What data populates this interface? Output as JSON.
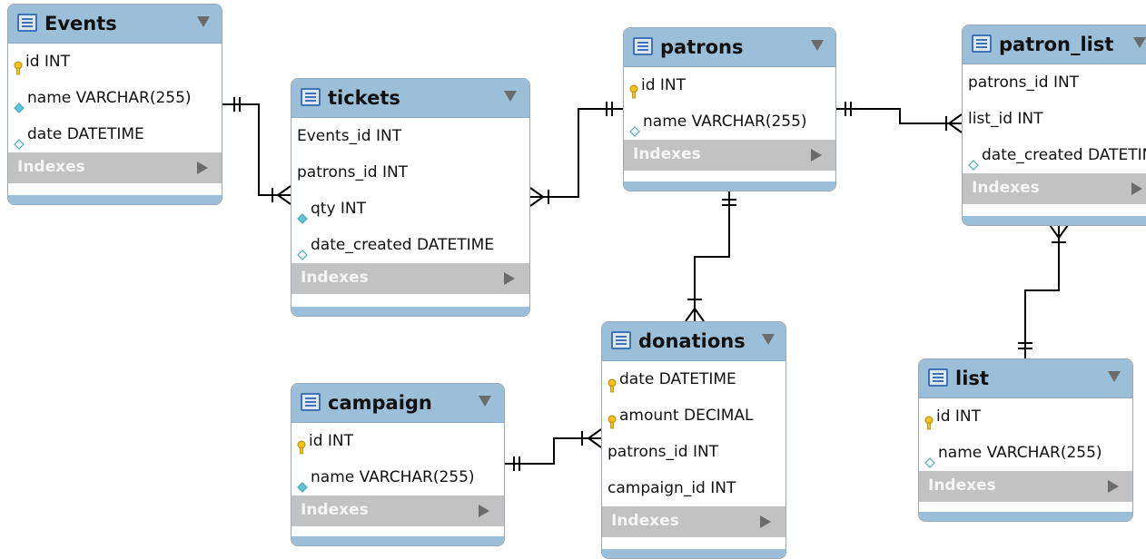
{
  "diagram": {
    "tables": {
      "events": {
        "name": "Events",
        "columns": [
          {
            "text": "id INT",
            "icon": "key-icon"
          },
          {
            "text": "name VARCHAR(255)",
            "icon": "filled-diamond-icon"
          },
          {
            "text": "date DATETIME",
            "icon": "hollow-diamond-icon"
          }
        ],
        "indexes_label": "Indexes"
      },
      "tickets": {
        "name": "tickets",
        "columns": [
          {
            "text": "Events_id INT",
            "icon": ""
          },
          {
            "text": "patrons_id INT",
            "icon": ""
          },
          {
            "text": "qty INT",
            "icon": "filled-diamond-icon"
          },
          {
            "text": "date_created DATETIME",
            "icon": "hollow-diamond-icon"
          }
        ],
        "indexes_label": "Indexes"
      },
      "patrons": {
        "name": "patrons",
        "columns": [
          {
            "text": "id INT",
            "icon": "key-icon"
          },
          {
            "text": "name VARCHAR(255)",
            "icon": "hollow-diamond-icon"
          }
        ],
        "indexes_label": "Indexes"
      },
      "patron_list": {
        "name": "patron_list",
        "columns": [
          {
            "text": "patrons_id INT",
            "icon": ""
          },
          {
            "text": "list_id INT",
            "icon": ""
          },
          {
            "text": "date_created DATETIME",
            "icon": "hollow-diamond-icon"
          }
        ],
        "indexes_label": "Indexes"
      },
      "donations": {
        "name": "donations",
        "columns": [
          {
            "text": "date DATETIME",
            "icon": "key-icon"
          },
          {
            "text": "amount DECIMAL",
            "icon": "key-icon"
          },
          {
            "text": "patrons_id INT",
            "icon": ""
          },
          {
            "text": "campaign_id INT",
            "icon": ""
          }
        ],
        "indexes_label": "Indexes"
      },
      "campaign": {
        "name": "campaign",
        "columns": [
          {
            "text": "id INT",
            "icon": "key-icon"
          },
          {
            "text": "name VARCHAR(255)",
            "icon": "filled-diamond-icon"
          }
        ],
        "indexes_label": "Indexes"
      },
      "list": {
        "name": "list",
        "columns": [
          {
            "text": "id INT",
            "icon": "key-icon"
          },
          {
            "text": "name VARCHAR(255)",
            "icon": "hollow-diamond-icon"
          }
        ],
        "indexes_label": "Indexes"
      }
    },
    "relationships": [
      {
        "from": "Events",
        "to": "tickets",
        "cardinality": "one-to-many"
      },
      {
        "from": "patrons",
        "to": "tickets",
        "cardinality": "one-to-many"
      },
      {
        "from": "patrons",
        "to": "patron_list",
        "cardinality": "one-to-many"
      },
      {
        "from": "list",
        "to": "patron_list",
        "cardinality": "one-to-many"
      },
      {
        "from": "patrons",
        "to": "donations",
        "cardinality": "one-to-many"
      },
      {
        "from": "campaign",
        "to": "donations",
        "cardinality": "one-to-many"
      }
    ],
    "colors": {
      "header": "#9bbfd8",
      "indexes_bar": "#c2c2c2",
      "key": "#f0c419",
      "diamond": "#5fc8d8",
      "line": "#000000"
    }
  }
}
